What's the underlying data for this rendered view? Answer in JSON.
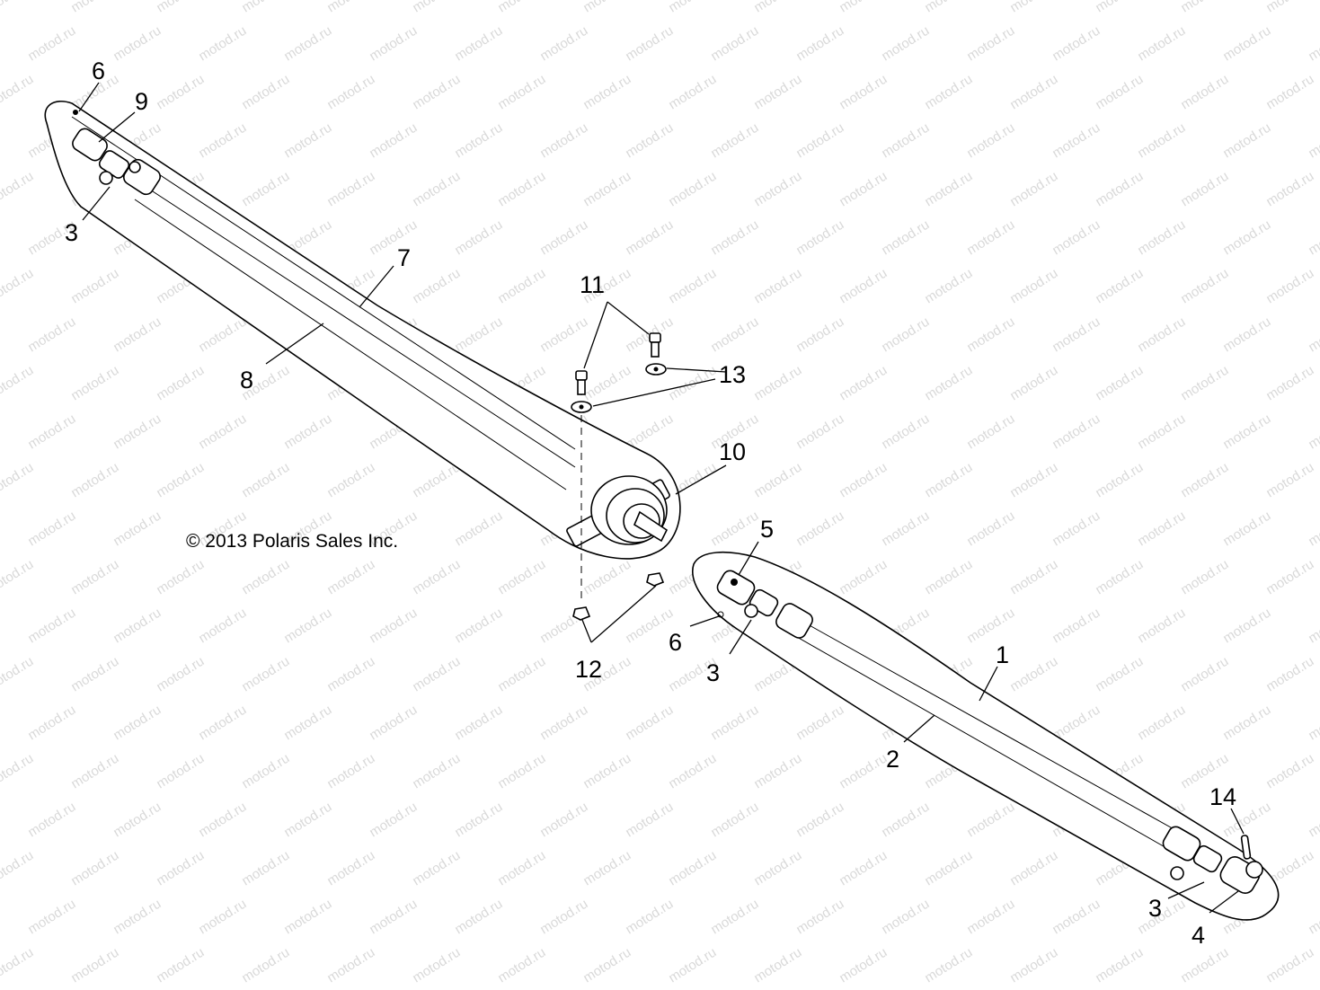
{
  "watermark": {
    "text": "motod.ru"
  },
  "copyright": "© 2013 Polaris Sales Inc.",
  "callouts": [
    {
      "id": "c6a",
      "label": "6"
    },
    {
      "id": "c9",
      "label": "9"
    },
    {
      "id": "c3a",
      "label": "3"
    },
    {
      "id": "c7",
      "label": "7"
    },
    {
      "id": "c8",
      "label": "8"
    },
    {
      "id": "c11",
      "label": "11"
    },
    {
      "id": "c13",
      "label": "13"
    },
    {
      "id": "c10",
      "label": "10"
    },
    {
      "id": "c5",
      "label": "5"
    },
    {
      "id": "c6b",
      "label": "6"
    },
    {
      "id": "c3b",
      "label": "3"
    },
    {
      "id": "c12",
      "label": "12"
    },
    {
      "id": "c1",
      "label": "1"
    },
    {
      "id": "c2",
      "label": "2"
    },
    {
      "id": "c14",
      "label": "14"
    },
    {
      "id": "c3c",
      "label": "3"
    },
    {
      "id": "c4",
      "label": "4"
    }
  ]
}
